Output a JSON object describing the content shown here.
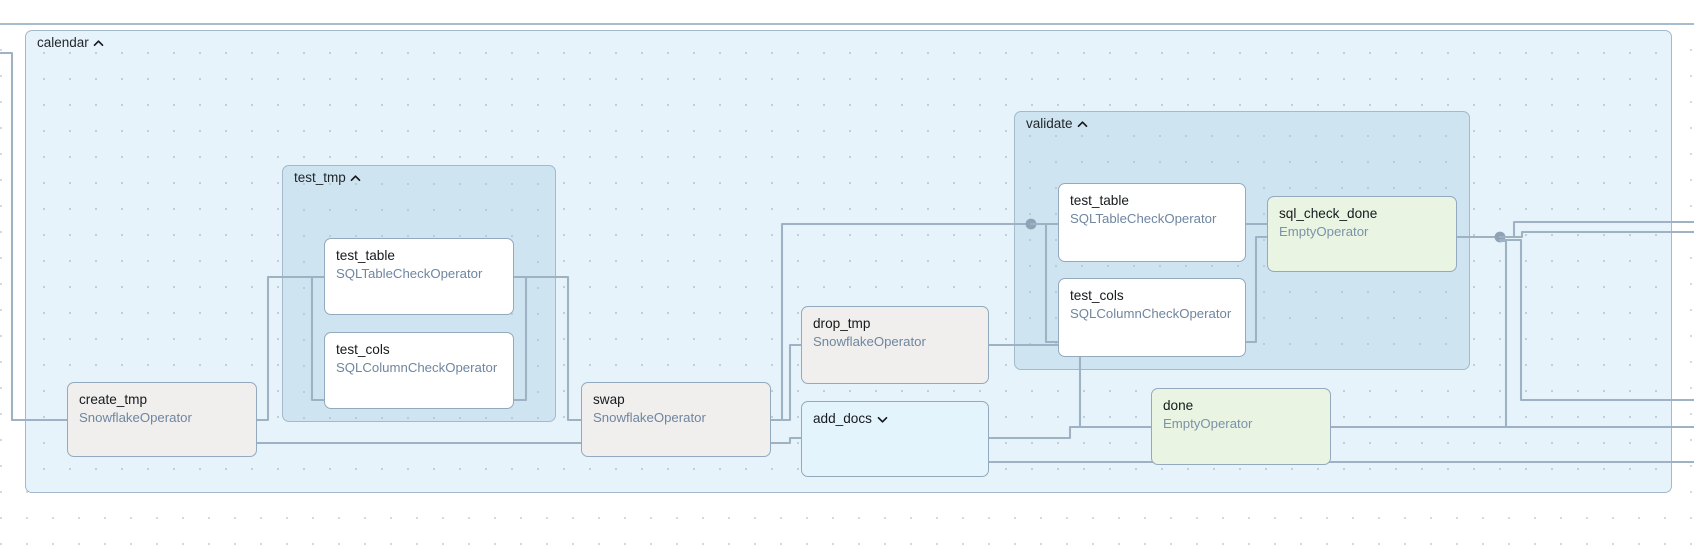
{
  "view": {
    "type": "dag-graph-view",
    "grid": "dotted",
    "colors": {
      "canvas": "#ffffff",
      "group_outer_fill": "#e6f3fb",
      "group_inner_fill": "#cfe4f1",
      "group_border": "#a3b9cc",
      "node_border": "#93a9bd",
      "node_default_fill": "#f0efed",
      "node_check_fill": "#ffffff",
      "node_empty_fill": "#eaf4e3",
      "node_group_collapsed_fill": "#e3f4fd",
      "edge": "#9fb2c4",
      "joint": "#8fa3b6",
      "label_text": "#16191d",
      "operator_text": "#6f86a0"
    }
  },
  "groups": [
    {
      "id": "calendar",
      "label": "calendar",
      "state": "expanded",
      "chevron": "chevron-up-icon"
    },
    {
      "id": "test_tmp",
      "label": "test_tmp",
      "state": "expanded",
      "chevron": "chevron-up-icon"
    },
    {
      "id": "validate",
      "label": "validate",
      "state": "expanded",
      "chevron": "chevron-up-icon"
    }
  ],
  "nodes": [
    {
      "id": "create_tmp",
      "label": "create_tmp",
      "operator": "SnowflakeOperator",
      "style": "default"
    },
    {
      "id": "test_table_1",
      "label": "test_table",
      "operator": "SQLTableCheckOperator",
      "style": "check"
    },
    {
      "id": "test_cols_1",
      "label": "test_cols",
      "operator": "SQLColumnCheckOperator",
      "style": "check"
    },
    {
      "id": "swap",
      "label": "swap",
      "operator": "SnowflakeOperator",
      "style": "default"
    },
    {
      "id": "drop_tmp",
      "label": "drop_tmp",
      "operator": "SnowflakeOperator",
      "style": "default"
    },
    {
      "id": "add_docs",
      "label": "add_docs",
      "operator": "",
      "style": "collapsed-group",
      "chevron": "chevron-down-icon"
    },
    {
      "id": "test_table_2",
      "label": "test_table",
      "operator": "SQLTableCheckOperator",
      "style": "check"
    },
    {
      "id": "test_cols_2",
      "label": "test_cols",
      "operator": "SQLColumnCheckOperator",
      "style": "check"
    },
    {
      "id": "sql_check_done",
      "label": "sql_check_done",
      "operator": "EmptyOperator",
      "style": "empty"
    },
    {
      "id": "done",
      "label": "done",
      "operator": "EmptyOperator",
      "style": "empty"
    }
  ]
}
